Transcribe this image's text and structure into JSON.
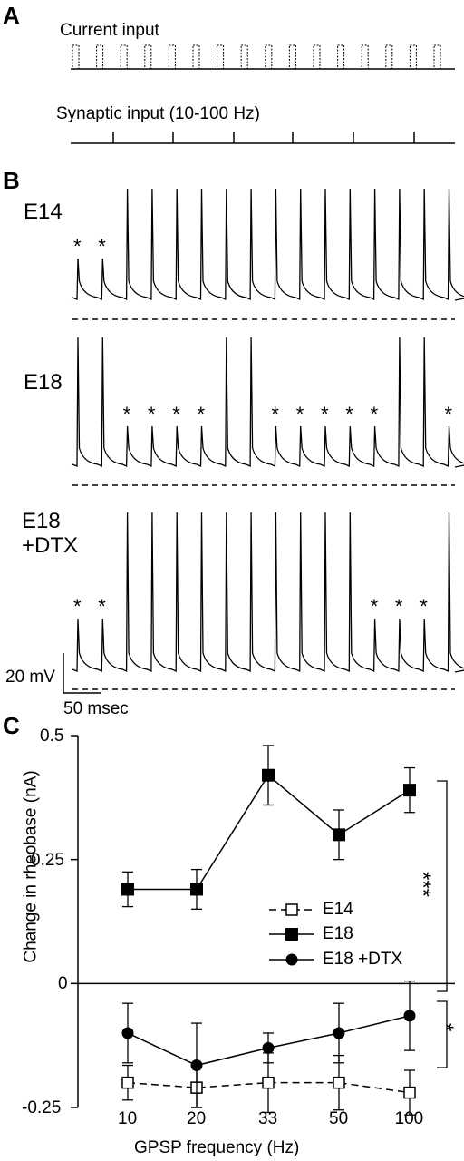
{
  "panels": {
    "a": "A",
    "b": "B",
    "c": "C"
  },
  "panel_a": {
    "current_label": "Current input",
    "synaptic_label": "Synaptic input  (10-100 Hz)"
  },
  "panel_b": {
    "traces": [
      {
        "label": "E14",
        "label2": ""
      },
      {
        "label": "E18",
        "label2": ""
      },
      {
        "label": "E18",
        "label2": "+DTX"
      }
    ],
    "asterisk": "*",
    "scale_voltage": "20 mV",
    "scale_time": "50 msec"
  },
  "chart_data": {
    "type": "line",
    "title": "",
    "xlabel": "GPSP frequency (Hz)",
    "ylabel": "Change in rheobase (nA)",
    "categories": [
      "10",
      "20",
      "33",
      "50",
      "100"
    ],
    "yticks": [
      "0.5",
      "0.25",
      "0",
      "-0.25"
    ],
    "ylim": [
      -0.25,
      0.5
    ],
    "legend_position": "center-right",
    "series": [
      {
        "name": "E14",
        "marker": "open-square",
        "line": "dashed",
        "values": [
          -0.2,
          -0.21,
          -0.2,
          -0.2,
          -0.22
        ],
        "errors": [
          0.035,
          0.04,
          0.06,
          0.055,
          0.045
        ]
      },
      {
        "name": "E18",
        "marker": "filled-square",
        "line": "solid",
        "values": [
          0.19,
          0.19,
          0.42,
          0.3,
          0.39
        ],
        "errors": [
          0.035,
          0.04,
          0.06,
          0.05,
          0.045
        ]
      },
      {
        "name": "E18 +DTX",
        "marker": "filled-circle",
        "line": "solid",
        "values": [
          -0.1,
          -0.165,
          -0.13,
          -0.1,
          -0.065
        ],
        "errors": [
          0.06,
          0.085,
          0.03,
          0.06,
          0.07
        ]
      }
    ],
    "significance": {
      "upper": "***",
      "lower": "*"
    }
  }
}
